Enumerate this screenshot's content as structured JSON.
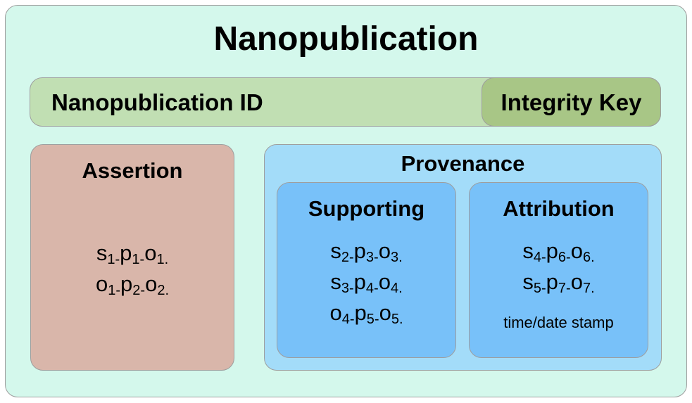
{
  "title": "Nanopublication",
  "id_label": "Nanopublication ID",
  "key_label": "Integrity Key",
  "assertion": {
    "title": "Assertion",
    "triples": [
      [
        [
          "s",
          "1"
        ],
        [
          "p",
          "1"
        ],
        [
          "o",
          "1."
        ]
      ],
      [
        [
          "o",
          "1"
        ],
        [
          "p",
          "2"
        ],
        [
          "o",
          "2."
        ]
      ]
    ]
  },
  "provenance": {
    "title": "Provenance",
    "supporting": {
      "title": "Supporting",
      "triples": [
        [
          [
            "s",
            "2"
          ],
          [
            "p",
            "3"
          ],
          [
            "o",
            "3."
          ]
        ],
        [
          [
            "s",
            "3"
          ],
          [
            "p",
            "4"
          ],
          [
            "o",
            "4."
          ]
        ],
        [
          [
            "o",
            "4"
          ],
          [
            "p",
            "5"
          ],
          [
            "o",
            "5."
          ]
        ]
      ]
    },
    "attribution": {
      "title": "Attribution",
      "triples": [
        [
          [
            "s",
            "4"
          ],
          [
            "p",
            "6"
          ],
          [
            "o",
            "6."
          ]
        ],
        [
          [
            "s",
            "5"
          ],
          [
            "p",
            "7"
          ],
          [
            "o",
            "7."
          ]
        ]
      ],
      "stamp": "time/date stamp"
    }
  },
  "colors": {
    "outer": "#d4f8ec",
    "id_bar": "#c1dfb3",
    "integrity_key": "#a8c686",
    "assertion": "#d9b6aa",
    "provenance": "#a3dcf9",
    "inner_boxes": "#78c1f9"
  }
}
